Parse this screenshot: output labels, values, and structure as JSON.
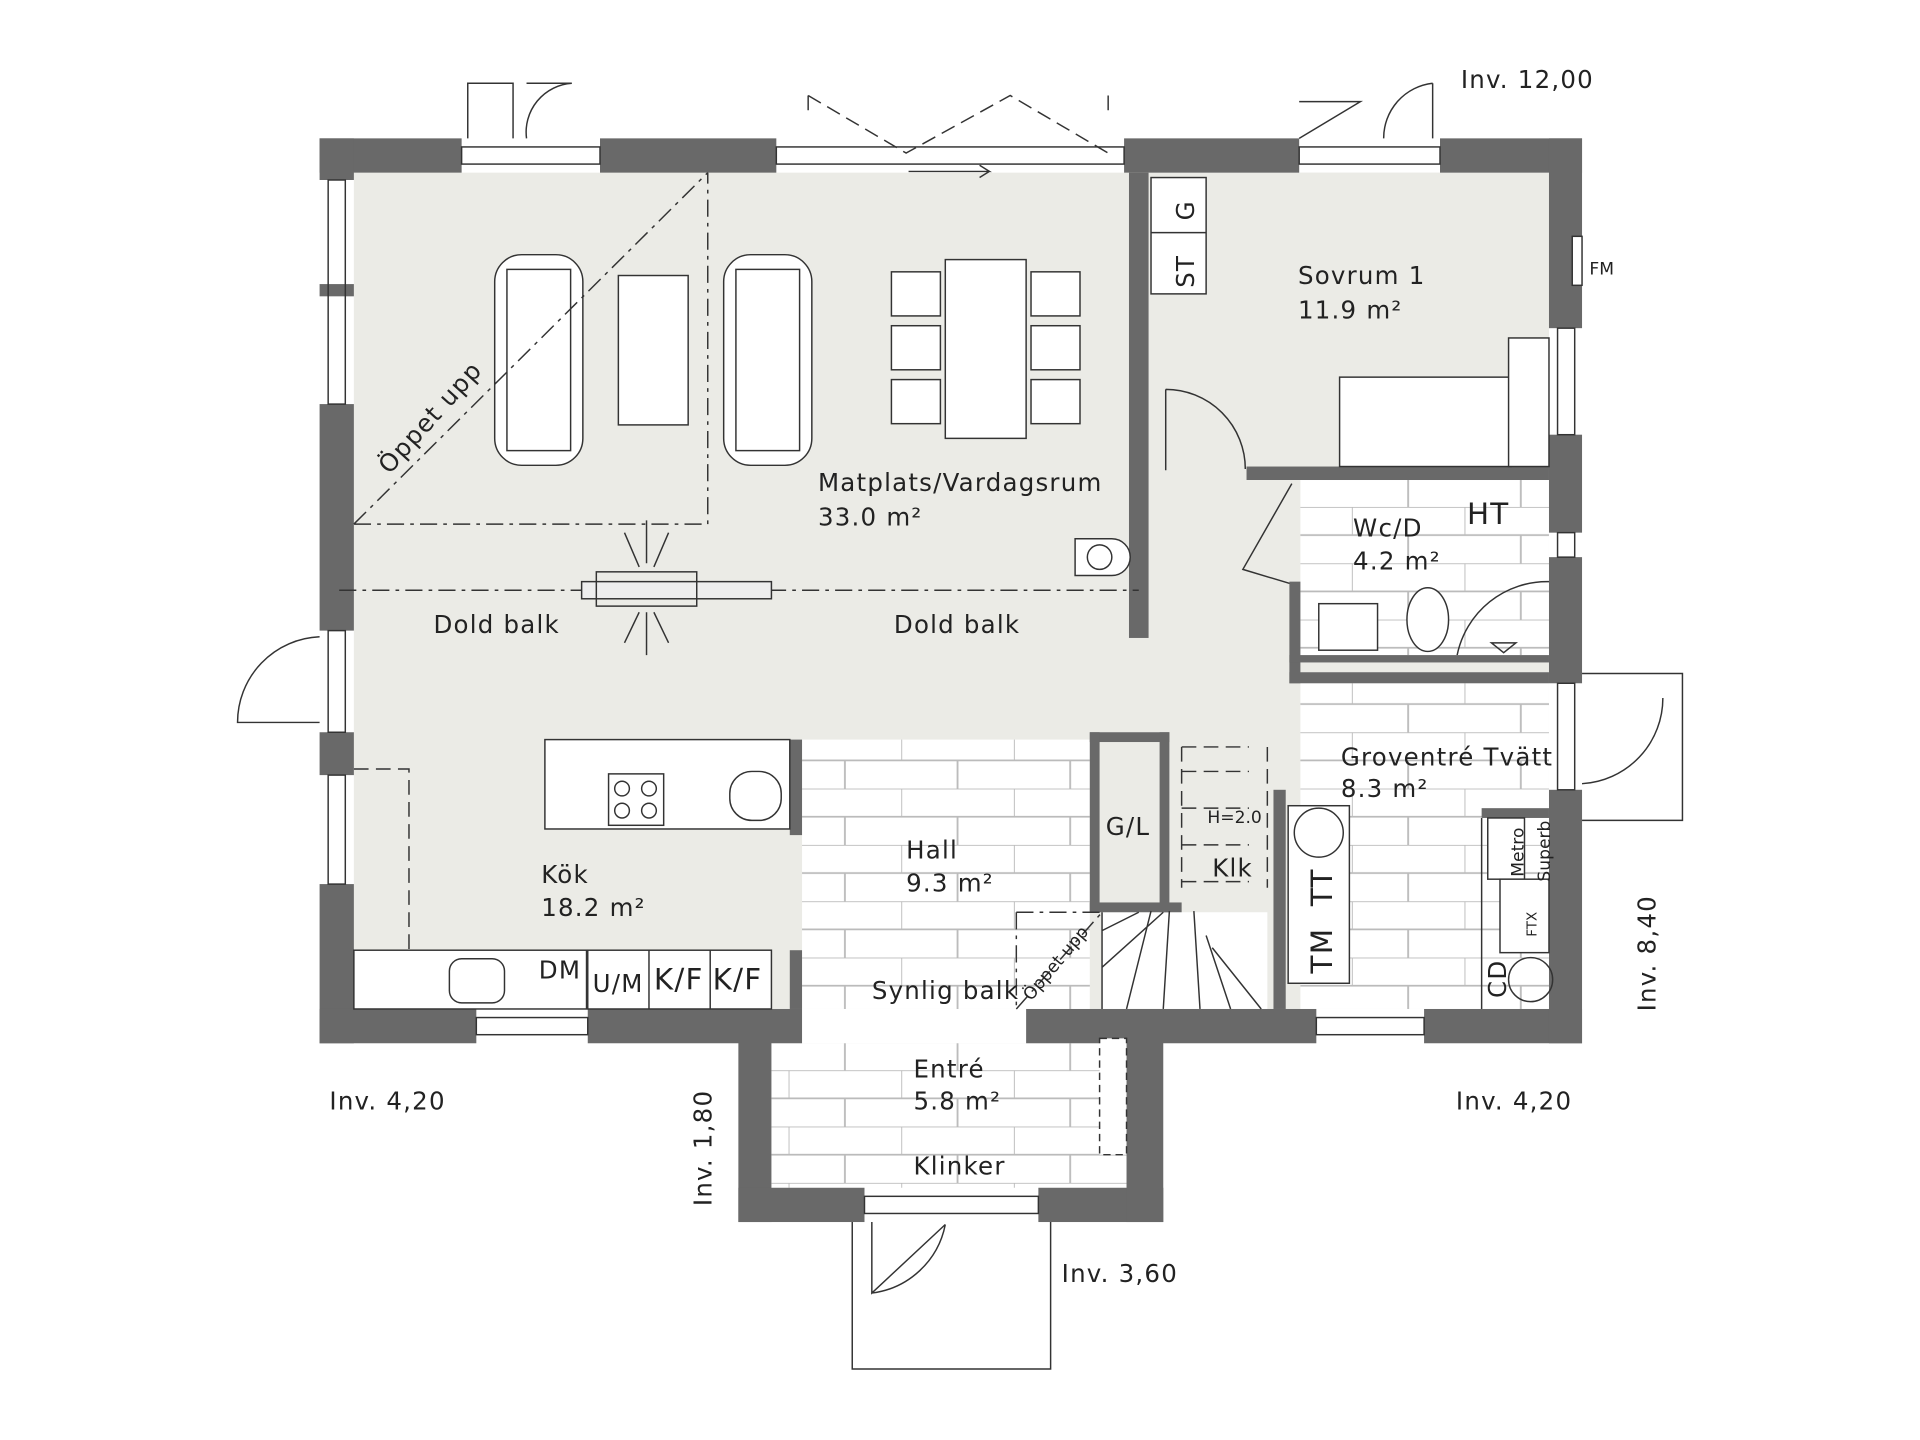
{
  "levels": {
    "top_right": "Inv. 12,00",
    "left_bottom": "Inv. 4,20",
    "right_bottom": "Inv. 4,20",
    "entry_left": "Inv. 1,80",
    "entry_bottom": "Inv. 3,60",
    "right_side": "Inv. 8,40"
  },
  "rooms": {
    "living": {
      "name": "Matplats/Vardagsrum",
      "area": "33.0 m²"
    },
    "bedroom": {
      "name": "Sovrum 1",
      "area": "11.9 m²"
    },
    "wc": {
      "name": "Wc/D",
      "area": "4.2 m²"
    },
    "laundry": {
      "name": "Groventré Tvätt",
      "area": "8.3 m²"
    },
    "hall": {
      "name": "Hall",
      "area": "9.3 m²"
    },
    "kitchen": {
      "name": "Kök",
      "area": "18.2 m²"
    },
    "entry": {
      "name": "Entré",
      "area": "5.8 m²"
    }
  },
  "annotations": {
    "open_up_1": "Öppet upp",
    "open_up_2": "Öppet upp",
    "hidden_beam_1": "Dold balk",
    "hidden_beam_2": "Dold balk",
    "visible_beam": "Synlig balk",
    "floor": "Klinker",
    "fm": "FM",
    "st": "ST",
    "g": "G",
    "ht": "HT",
    "gl": "G/L",
    "height": "H=2.0",
    "closet": "Klk",
    "tm": "TM",
    "tt": "TT",
    "metro": "Metro",
    "superb": "Superb",
    "ftx": "FTX",
    "cd": "CD",
    "dm": "DM",
    "um": "U/M",
    "kf1": "K/F",
    "kf2": "K/F"
  }
}
